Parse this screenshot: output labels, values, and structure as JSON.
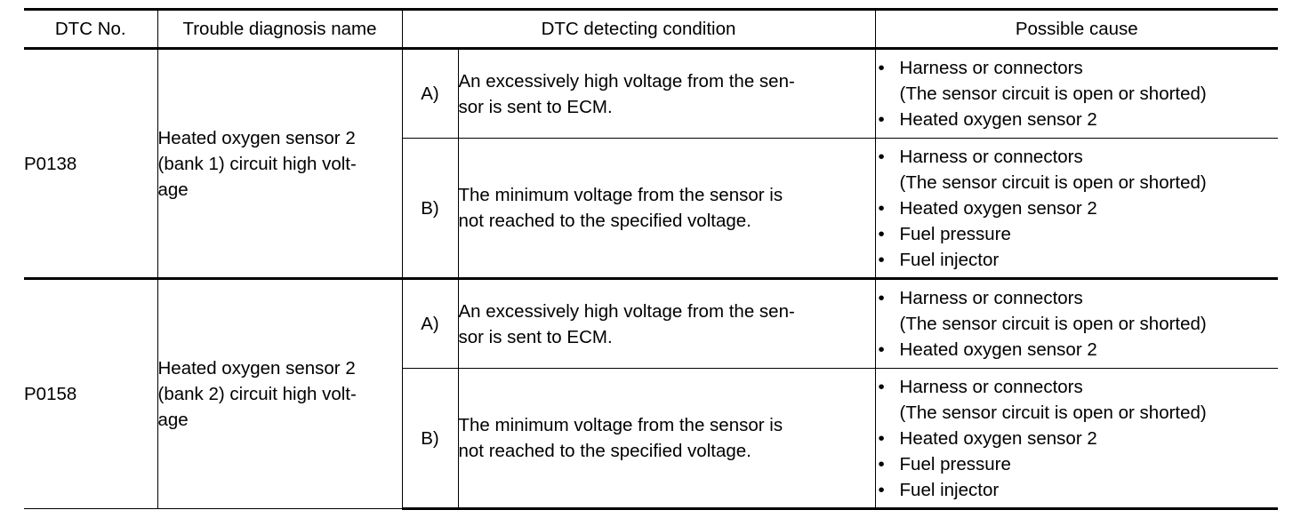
{
  "headers": {
    "dtc_no": "DTC No.",
    "diag_name": "Trouble diagnosis name",
    "condition": "DTC detecting condition",
    "cause": "Possible cause"
  },
  "bullet": "•",
  "rows": [
    {
      "dtc": "P0138",
      "name_lines": [
        "Heated oxygen sensor 2",
        "(bank 1) circuit high volt-",
        "age"
      ],
      "conditions": [
        {
          "mark": "A)",
          "text_lines": [
            "An excessively high voltage from the sen-",
            "sor is sent to ECM."
          ],
          "causes": [
            {
              "text": "Harness or connectors",
              "note": "(The sensor circuit is open or shorted)"
            },
            {
              "text": "Heated oxygen sensor 2"
            }
          ]
        },
        {
          "mark": "B)",
          "text_lines": [
            "The minimum voltage from the sensor is",
            "not reached to the specified voltage."
          ],
          "causes": [
            {
              "text": "Harness or connectors",
              "note": "(The sensor circuit is open or shorted)"
            },
            {
              "text": "Heated oxygen sensor 2"
            },
            {
              "text": "Fuel pressure"
            },
            {
              "text": "Fuel injector"
            }
          ]
        }
      ]
    },
    {
      "dtc": "P0158",
      "name_lines": [
        "Heated oxygen sensor 2",
        "(bank 2) circuit high volt-",
        "age"
      ],
      "conditions": [
        {
          "mark": "A)",
          "text_lines": [
            "An excessively high voltage from the sen-",
            "sor is sent to ECM."
          ],
          "causes": [
            {
              "text": "Harness or connectors",
              "note": "(The sensor circuit is open or shorted)"
            },
            {
              "text": "Heated oxygen sensor 2"
            }
          ]
        },
        {
          "mark": "B)",
          "text_lines": [
            "The minimum voltage from the sensor is",
            "not reached to the specified voltage."
          ],
          "causes": [
            {
              "text": "Harness or connectors",
              "note": "(The sensor circuit is open or shorted)"
            },
            {
              "text": "Heated oxygen sensor 2"
            },
            {
              "text": "Fuel pressure"
            },
            {
              "text": "Fuel injector"
            }
          ]
        }
      ]
    }
  ]
}
